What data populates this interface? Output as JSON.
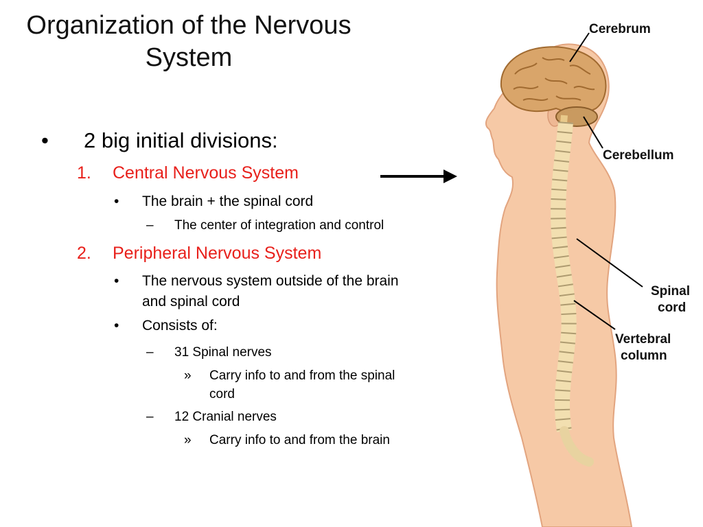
{
  "slide": {
    "title": "Organization of the Nervous System",
    "bullets": {
      "main": {
        "marker": "•",
        "text": "2 big initial divisions:"
      },
      "cns": {
        "marker": "1.",
        "text": "Central Nervous System"
      },
      "cns_def": {
        "marker": "•",
        "text": "The brain + the spinal cord"
      },
      "cns_role": {
        "marker": "–",
        "text": "The center of integration and control"
      },
      "pns": {
        "marker": "2.",
        "text": "Peripheral Nervous System"
      },
      "pns_def": {
        "marker": "•",
        "text_line1": "The nervous system outside of the brain",
        "text_line2": "and spinal cord"
      },
      "pns_consists": {
        "marker": "•",
        "text": "Consists of:"
      },
      "spinal": {
        "marker": "–",
        "text": "31 Spinal nerves"
      },
      "spinal_info": {
        "marker": "»",
        "text_line1": "Carry info to and from the spinal",
        "text_line2": "cord"
      },
      "cranial": {
        "marker": "–",
        "text": "12 Cranial nerves"
      },
      "cranial_info": {
        "marker": "»",
        "text": "Carry info to and from the brain"
      }
    }
  },
  "figure": {
    "labels": {
      "cerebrum": "Cerebrum",
      "cerebellum": "Cerebellum",
      "spinal_cord_line1": "Spinal",
      "spinal_cord_line2": "cord",
      "vertebral_line1": "Vertebral",
      "vertebral_line2": "column"
    }
  },
  "colors": {
    "heading_red": "#e8201b",
    "skin": "#f6c9a6",
    "brain": "#d9a56a",
    "vertebra": "#f2dfb0"
  }
}
